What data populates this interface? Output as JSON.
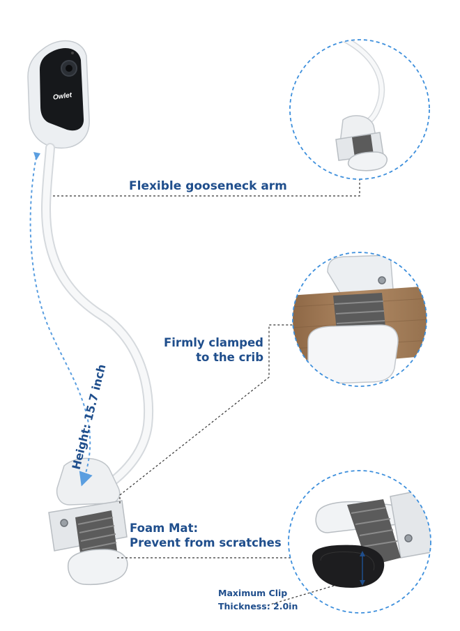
{
  "brand": "Owlet",
  "callouts": {
    "gooseneck": "Flexible gooseneck arm",
    "clamp": [
      "Firmly clamped",
      "to the crib"
    ],
    "foam": [
      "Foam Mat:",
      "Prevent from scratches"
    ],
    "clip": [
      "Maximum Clip",
      "Thickness: 2.0in"
    ]
  },
  "height_label": "Height:  15.7 inch",
  "colors": {
    "label_text": "#1f4e8c",
    "dashed_circle": "#3d8fdc",
    "height_arrow": "#5a9ee0",
    "leader_line": "#333333",
    "arm_white": "#f6f7f8",
    "strap_gray": "#5b5b5b",
    "wood": "#a07a56"
  }
}
